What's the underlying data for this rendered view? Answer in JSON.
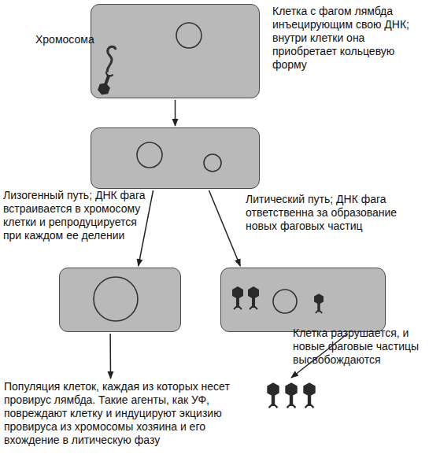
{
  "diagram": {
    "nodes": [
      {
        "text": [
          "Клетка с фагом лямбда инъецирующим свою ДНК; внутри клетки она приобретает кольцевую форму"
        ]
      },
      {
        "text": []
      },
      {
        "text": []
      },
      {
        "text": []
      },
      {
        "text": [
          "Популяция клеток, каждая из которых несет провирус лямбда. Такие агенты, как УФ, повреждают клетку и индуцируют экцизию провируса из хромосомы хозяина и его вхождение в литическую фазу"
        ]
      },
      {
        "text": []
      }
    ],
    "edges": [
      {
        "from": 0,
        "to": 1,
        "arrow": "to"
      },
      {
        "from": 1,
        "to": 2,
        "arrow": "to",
        "label": "Лизогенный путь; ДНК фага встраивается в хромосому клетки и репродуцируется при каждом ее делении"
      },
      {
        "from": 1,
        "to": 3,
        "arrow": "to",
        "label": "Литический путь; ДНК фага ответственна за образование новых фаговых частиц"
      },
      {
        "from": 2,
        "to": 4,
        "arrow": "to"
      },
      {
        "from": 3,
        "to": 5,
        "arrow": "to",
        "label": "Клетка разрушается, и новые фаговые частицы высвобождаются"
      }
    ],
    "labels": [
      "Хромосома"
    ]
  }
}
